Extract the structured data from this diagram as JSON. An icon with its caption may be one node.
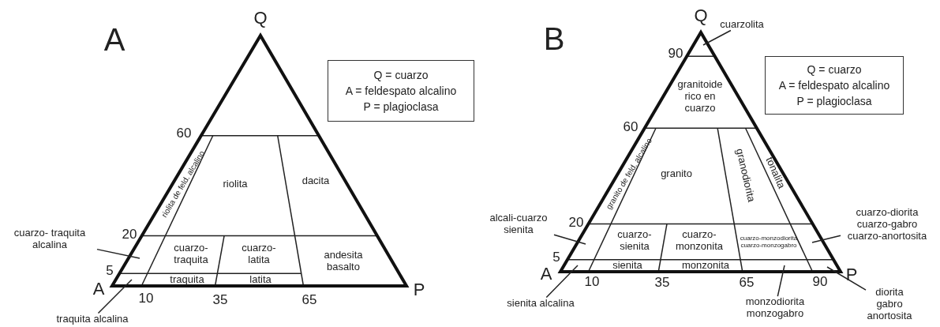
{
  "diagram": {
    "nodes": [
      {
        "text": [
          "Q = cuarzo",
          "A = feldespato alcalino",
          "P = plagioclasa"
        ]
      },
      {
        "text": [
          "cuarzo- traquita alcalina"
        ]
      },
      {
        "text": [
          "traquita alcalina"
        ]
      },
      {
        "text": [
          "Q = cuarzo",
          "A = feldespato alcalino",
          "P = plagioclasa"
        ]
      },
      {
        "text": [
          "cuarzolita"
        ]
      },
      {
        "text": [
          "alcali-cuarzo sienita"
        ]
      },
      {
        "text": [
          "cuarzo-diorita cuarzo-gabro cuarzo-anortosita"
        ]
      },
      {
        "text": [
          "sienita alcalina"
        ]
      },
      {
        "text": [
          "monzodiorita monzogabro"
        ]
      },
      {
        "text": [
          "diorita gabro anortosita"
        ]
      }
    ],
    "edges": [
      {
        "from": 1,
        "to": null,
        "arrow": "none"
      },
      {
        "from": 2,
        "to": null,
        "arrow": "none"
      },
      {
        "from": 4,
        "to": null,
        "arrow": "none"
      },
      {
        "from": 5,
        "to": null,
        "arrow": "none"
      },
      {
        "from": 6,
        "to": null,
        "arrow": "none"
      },
      {
        "from": 7,
        "to": null,
        "arrow": "none"
      },
      {
        "from": 8,
        "to": null,
        "arrow": "none"
      },
      {
        "from": 9,
        "to": null,
        "arrow": "none"
      }
    ],
    "labels": [
      "A",
      "Q",
      "60",
      "riolita de feld. alcalino",
      "riolita",
      "dacita",
      "20",
      "cuarzo- traquita",
      "cuarzo- latita",
      "andesita basalto",
      "5",
      "traquita",
      "latita",
      "A",
      "P",
      "10",
      "35",
      "65",
      "B",
      "Q",
      "90",
      "granitoide rico en cuarzo",
      "60",
      "granito de feld. alcalino",
      "granito",
      "granodiorita",
      "tonalita",
      "20",
      "cuarzo- sienita",
      "cuarzo- monzonita",
      "cuarzo-monzodiorita cuarzo-monzogabro",
      "5",
      "sienita",
      "monzonita",
      "A",
      "P",
      "10",
      "35",
      "65",
      "90"
    ]
  }
}
